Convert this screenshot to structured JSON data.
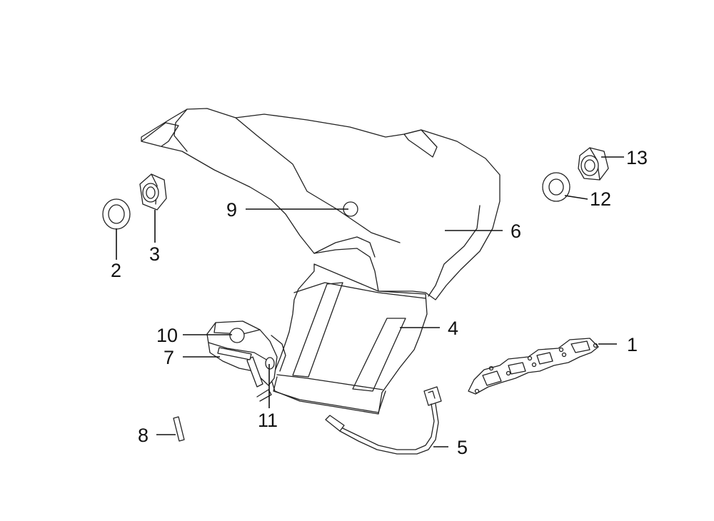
{
  "diagram": {
    "callouts": [
      {
        "id": "callout-1",
        "text": "1"
      },
      {
        "id": "callout-2",
        "text": "2"
      },
      {
        "id": "callout-3",
        "text": "3"
      },
      {
        "id": "callout-4",
        "text": "4"
      },
      {
        "id": "callout-5",
        "text": "5"
      },
      {
        "id": "callout-6",
        "text": "6"
      },
      {
        "id": "callout-7",
        "text": "7"
      },
      {
        "id": "callout-8",
        "text": "8"
      },
      {
        "id": "callout-9",
        "text": "9"
      },
      {
        "id": "callout-10",
        "text": "10"
      },
      {
        "id": "callout-11",
        "text": "11"
      },
      {
        "id": "callout-12",
        "text": "12"
      },
      {
        "id": "callout-13",
        "text": "13"
      }
    ]
  }
}
